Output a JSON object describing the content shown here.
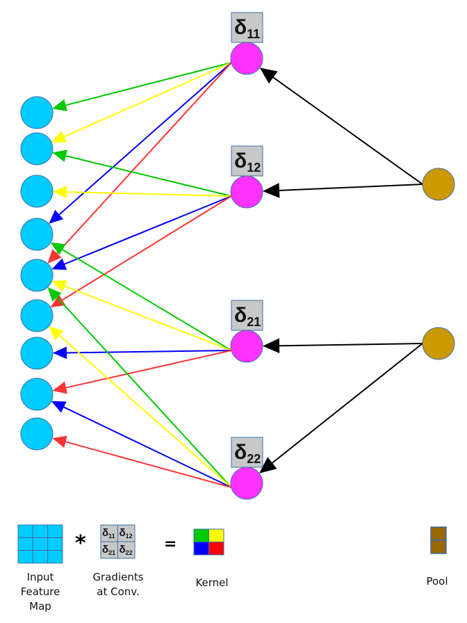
{
  "diagram": {
    "colors": {
      "input_node": "#00ccff",
      "conv_node": "#ff33ff",
      "pool_node": "#cc9900",
      "node_stroke": "#3a6fa8",
      "label_box": "#c8c8c8",
      "pool_arrow": "#000000",
      "kernel": [
        "#00c800",
        "#ffff00",
        "#0000ff",
        "#ff0000"
      ],
      "pool_cell": "#996600"
    },
    "input_nodes": 9,
    "conv_nodes": [
      {
        "id": "d11",
        "symbol": "δ",
        "sub": "11"
      },
      {
        "id": "d12",
        "symbol": "δ",
        "sub": "12"
      },
      {
        "id": "d21",
        "symbol": "δ",
        "sub": "21"
      },
      {
        "id": "d22",
        "symbol": "δ",
        "sub": "22"
      }
    ],
    "pool_nodes": 2,
    "kernel_arrows": [
      {
        "from": 0,
        "to": 0,
        "color": "#00c800"
      },
      {
        "from": 0,
        "to": 1,
        "color": "#ffff00"
      },
      {
        "from": 0,
        "to": 3,
        "color": "#0000ff"
      },
      {
        "from": 0,
        "to": 4,
        "color": "#ff3333"
      },
      {
        "from": 1,
        "to": 1,
        "color": "#00c800"
      },
      {
        "from": 1,
        "to": 2,
        "color": "#ffff00"
      },
      {
        "from": 1,
        "to": 4,
        "color": "#0000ff"
      },
      {
        "from": 1,
        "to": 5,
        "color": "#ff3333"
      },
      {
        "from": 2,
        "to": 3,
        "color": "#00c800"
      },
      {
        "from": 2,
        "to": 4,
        "color": "#ffff00"
      },
      {
        "from": 2,
        "to": 6,
        "color": "#0000ff"
      },
      {
        "from": 2,
        "to": 7,
        "color": "#ff3333"
      },
      {
        "from": 3,
        "to": 4,
        "color": "#00c800"
      },
      {
        "from": 3,
        "to": 5,
        "color": "#ffff00"
      },
      {
        "from": 3,
        "to": 7,
        "color": "#0000ff"
      },
      {
        "from": 3,
        "to": 8,
        "color": "#ff3333"
      }
    ],
    "pool_arrows": [
      {
        "from": 0,
        "to": 0
      },
      {
        "from": 0,
        "to": 1
      },
      {
        "from": 1,
        "to": 2
      },
      {
        "from": 1,
        "to": 3
      }
    ]
  },
  "legend": {
    "operator_conv": "*",
    "operator_eq": "=",
    "gradient_cells": [
      {
        "symbol": "δ",
        "sub": "11"
      },
      {
        "symbol": "δ",
        "sub": "12"
      },
      {
        "symbol": "δ",
        "sub": "21"
      },
      {
        "symbol": "δ",
        "sub": "22"
      }
    ],
    "input_label": "Input\nFeature\nMap",
    "gradients_label": "Gradients\nat Conv.",
    "kernel_label": "Kernel",
    "pool_label": "Pool"
  }
}
